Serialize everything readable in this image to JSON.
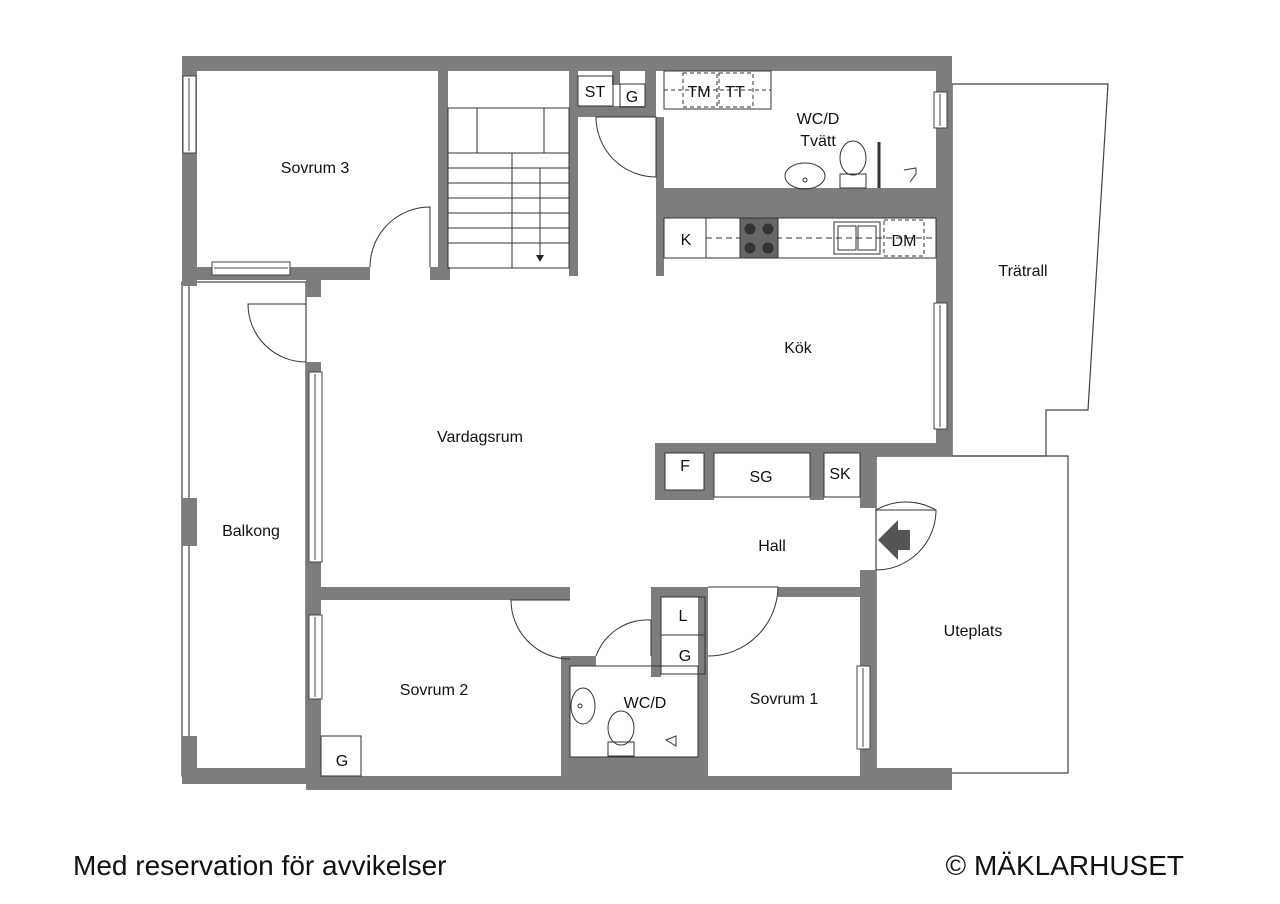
{
  "rooms": {
    "sovrum3": "Sovrum 3",
    "wcd_tvatt_line1": "WC/D",
    "wcd_tvatt_line2": "Tvätt",
    "tratrall": "Trätrall",
    "kok": "Kök",
    "vardagsrum": "Vardagsrum",
    "balkong": "Balkong",
    "hall": "Hall",
    "uteplats": "Uteplats",
    "sovrum2": "Sovrum 2",
    "wcd": "WC/D",
    "sovrum1": "Sovrum 1"
  },
  "fixtures": {
    "st": "ST",
    "g_laundry": "G",
    "tm": "TM",
    "tt": "TT",
    "k": "K",
    "dm": "DM",
    "f": "F",
    "sg": "SG",
    "sk": "SK",
    "l": "L",
    "g_hall": "G",
    "g_sovrum2": "G"
  },
  "footer": {
    "disclaimer": "Med reservation för avvikelser",
    "copyright": "© MÄKLARHUSET"
  },
  "colors": {
    "wall": "#7d7d7d",
    "line": "#333333",
    "background": "#ffffff"
  }
}
